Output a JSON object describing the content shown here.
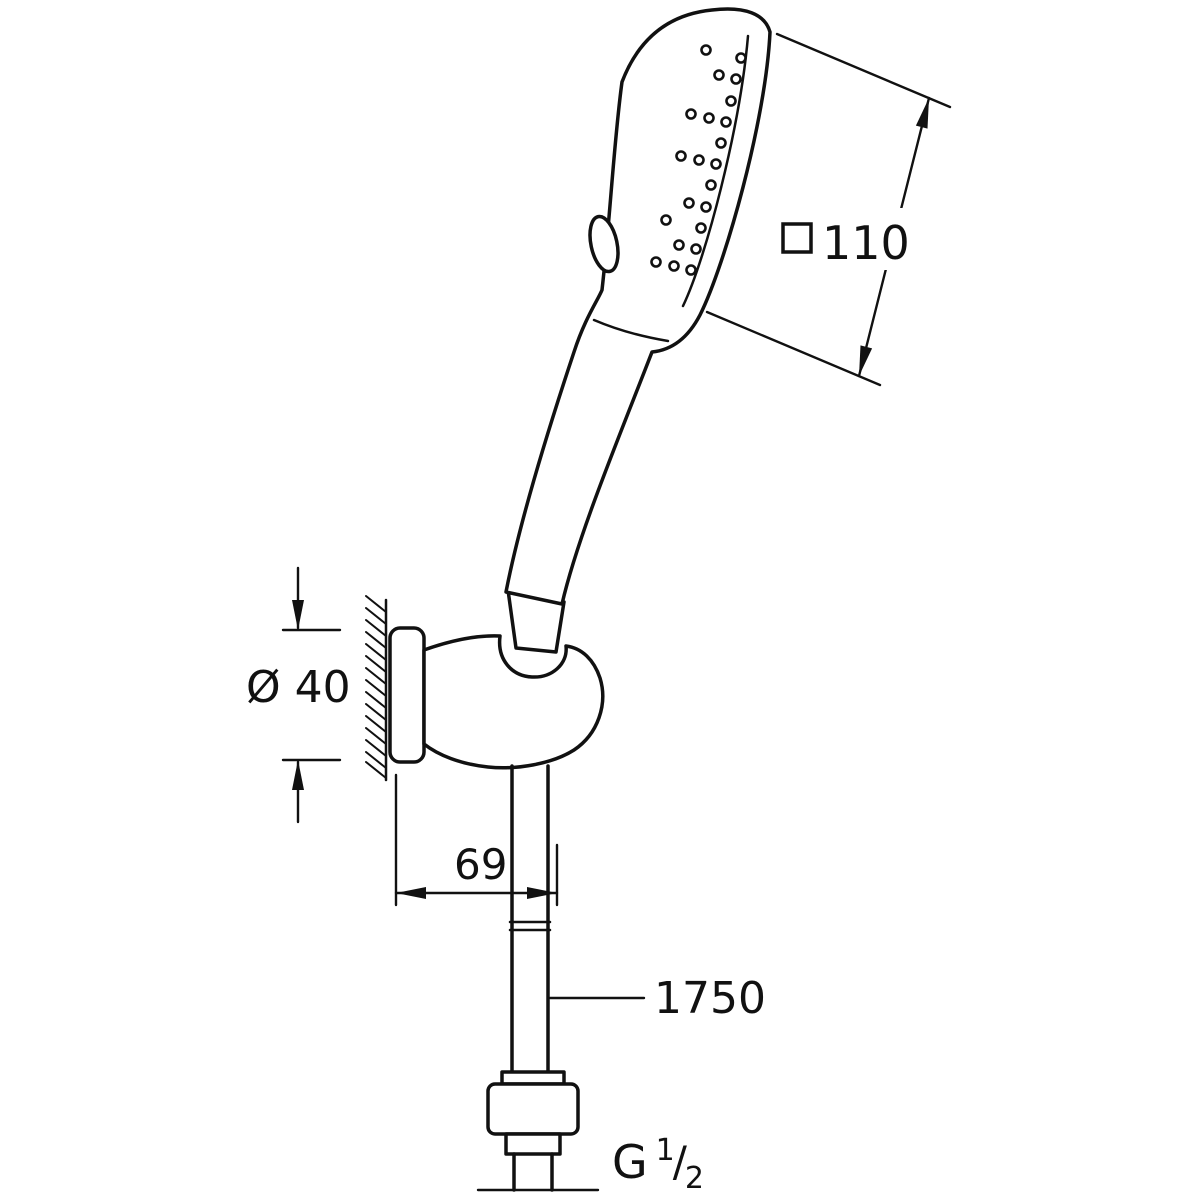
{
  "page": {
    "background": "#ffffff",
    "line_color": "#111111",
    "description": "Technical dimension drawing of a hand shower set with wall holder and shower hose"
  },
  "annotations": {
    "head_width_value": "110",
    "head_width_symbol": "square-symbol",
    "holder_diameter_label": "Ø 40",
    "projection_value": "69",
    "hose_length_value": "1750",
    "thread_letter": "G",
    "thread_numerator": "1",
    "thread_slash": "/",
    "thread_denominator": "2"
  }
}
